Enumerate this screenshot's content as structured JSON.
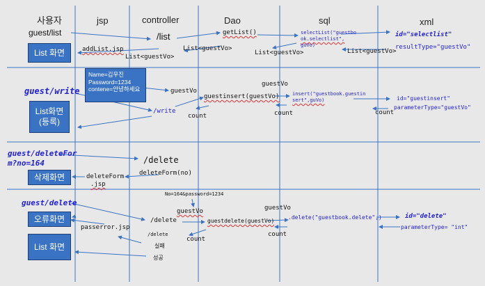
{
  "headers": {
    "user": "사용자",
    "jsp": "jsp",
    "controller": "controller",
    "dao": "Dao",
    "sql": "sql",
    "xml": "xml"
  },
  "list_section": {
    "request": "guest/list",
    "screen": "List 화면",
    "url": "/list",
    "add_jsp": "addList.jsp",
    "ret_controller": "List<guestVo>",
    "dao_method": "getList()",
    "ret_dao": "List<guestVo>",
    "sql_call_1": "selectList(\"guestbo",
    "sql_call_2": "ok.selectlist\",",
    "sql_call_3": "guVo)",
    "ret_sql": "List<guestVo>",
    "ret_xml": "List<guestVo>",
    "xml_id": "id=\"selectlist\"",
    "xml_result": "resultType=\"guestVo\""
  },
  "write_section": {
    "request": "guest/write",
    "screen_line1": "List화면",
    "screen_line2": "(등록)",
    "note_line1": "Name=김우진",
    "note_line2": "Password=1234",
    "note_line3": "contene=안녕하세요",
    "vo_param": "guestVo",
    "url": "/write",
    "count_ctrl": "count",
    "dao_method": "guestinsert(guestVo)",
    "vo_sql": "guestVo",
    "sql_call_1": "insert(\"guestbook.guestin",
    "sql_call_2": "sert\",guVo)",
    "count_sql": "count",
    "count_xml": "count",
    "xml_id": "id=\"guestinsert\"",
    "xml_param": "parameterType=\"guestVo\""
  },
  "deleteform_section": {
    "request_line1": "guest/deleteFor",
    "request_line2": "m?no=164",
    "screen": "삭제화면",
    "url": "/delete",
    "jsp_line1": "deleteForm",
    ".jsp_line2": ".jsp",
    "ctrl_call": "deleteForm(no)"
  },
  "delete_section": {
    "request": "guest/delete",
    "params": "No=164&password=1234",
    "vo_param": "guestVo",
    "url": "/delete",
    "dao_method": "guestdelete(guestVo)",
    "vo_sql": "guestVo",
    "sql_call": ".delete(\"guestbook.delete\",)",
    "count_ctrl": "count",
    "count_sql": "count",
    "xml_id": "id=\"delete\"",
    "xml_param": "parameterType= \"int\"",
    "error_screen": "오류화면",
    "error_jsp": "passerror.jsp",
    "list_screen": "List 화면",
    "delete_label": "/delete",
    "fail": "실패",
    "success": "성공"
  }
}
